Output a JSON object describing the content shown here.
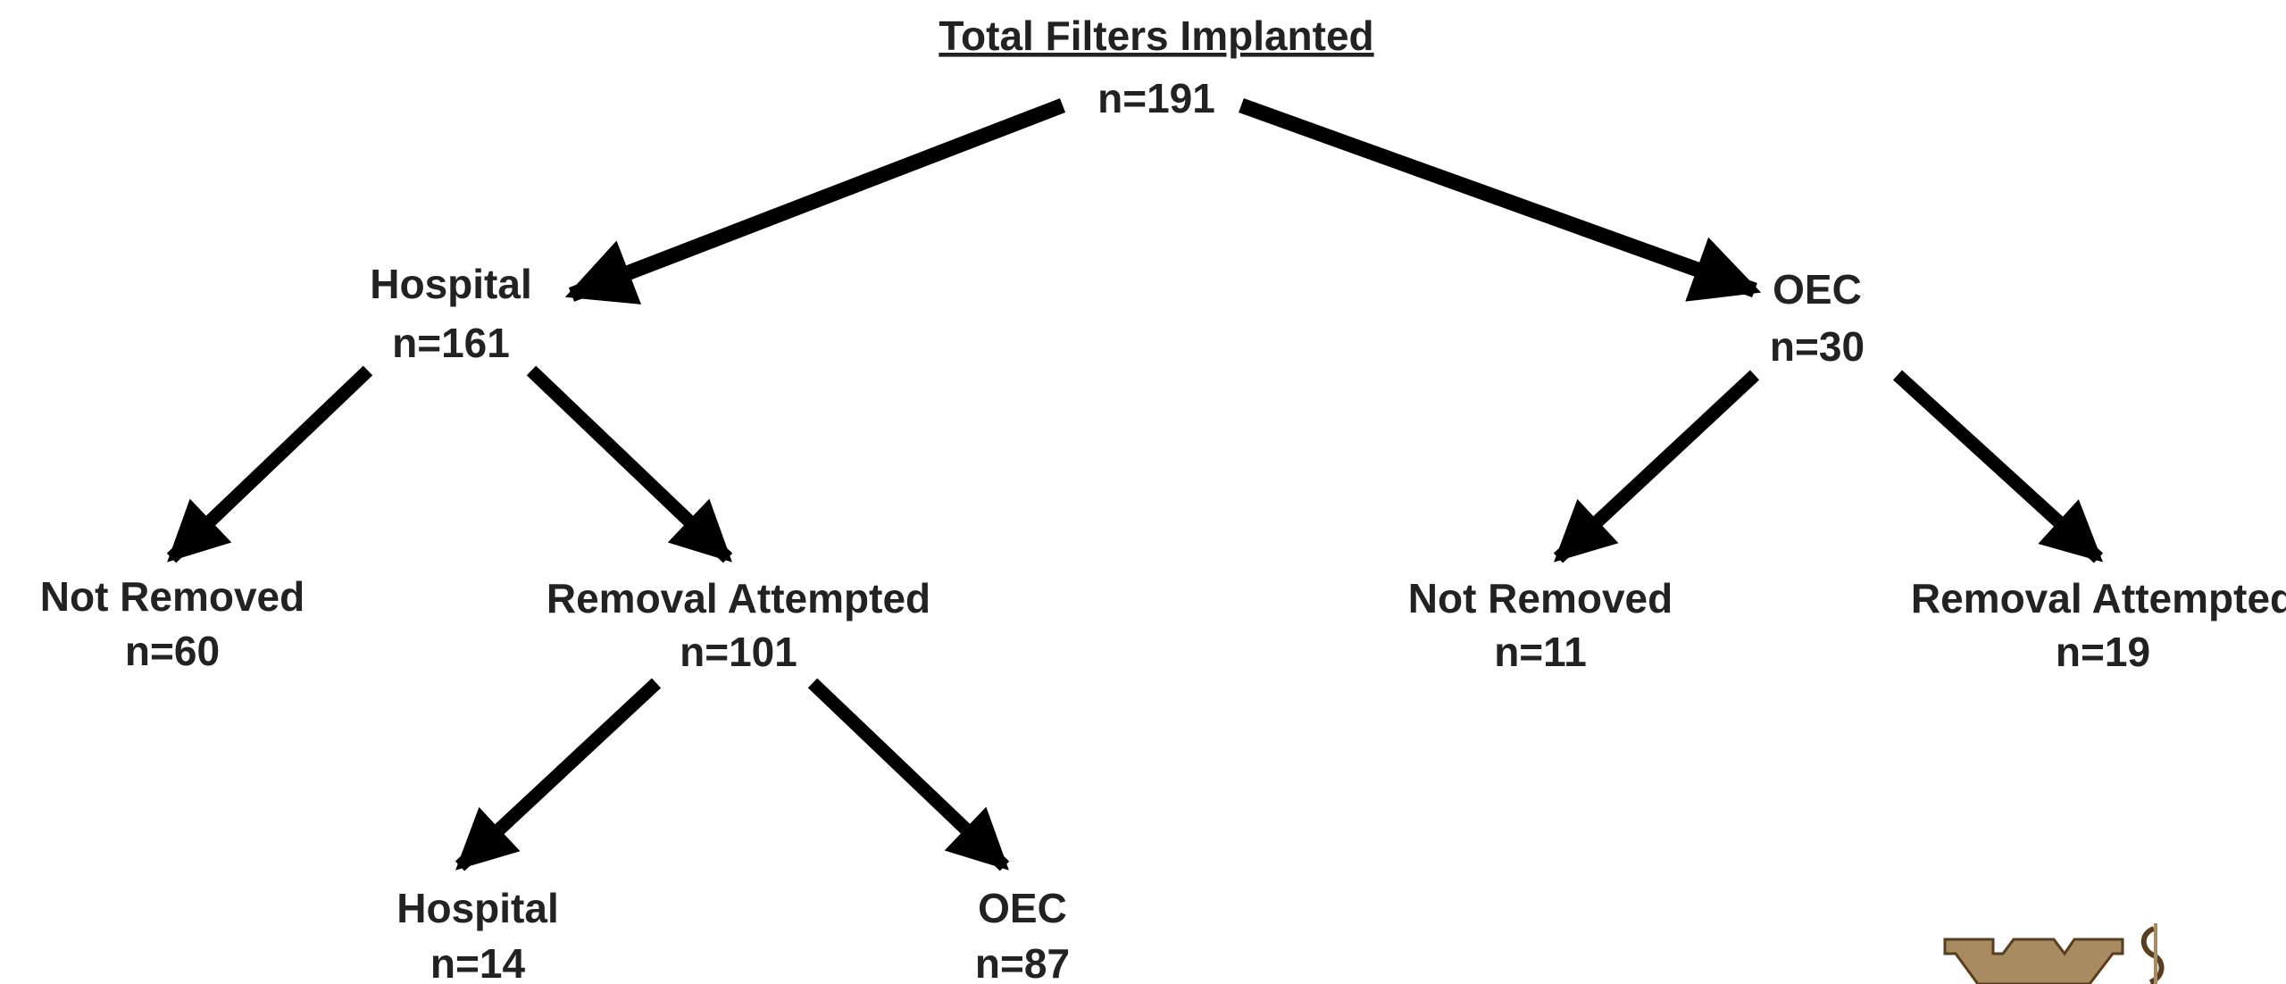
{
  "colors": {
    "text": "#222222",
    "arrow": "#000000",
    "logo_fill": "#a88b60",
    "logo_stroke": "#5a3d1e"
  },
  "nodes": {
    "root": {
      "title": "Total Filters Implanted",
      "count": "n=191"
    },
    "hospital": {
      "title": "Hospital",
      "count": "n=161"
    },
    "oec": {
      "title": "OEC",
      "count": "n=30"
    },
    "hosp_not_removed": {
      "title": "Not Removed",
      "count": "n=60"
    },
    "hosp_attempted": {
      "title": "Removal Attempted",
      "count": "n=101"
    },
    "oec_not_removed": {
      "title": "Not Removed",
      "count": "n=11"
    },
    "oec_attempted": {
      "title": "Removal Attempted",
      "count": "n=19"
    },
    "att_hospital": {
      "title": "Hospital",
      "count": "n=14"
    },
    "att_oec": {
      "title": "OEC",
      "count": "n=87"
    }
  },
  "edges": [
    {
      "from": "root",
      "to": "hospital"
    },
    {
      "from": "root",
      "to": "oec"
    },
    {
      "from": "hospital",
      "to": "hosp_not_removed"
    },
    {
      "from": "hospital",
      "to": "hosp_attempted"
    },
    {
      "from": "oec",
      "to": "oec_not_removed"
    },
    {
      "from": "oec",
      "to": "oec_attempted"
    },
    {
      "from": "hosp_attempted",
      "to": "att_hospital"
    },
    {
      "from": "hosp_attempted",
      "to": "att_oec"
    }
  ],
  "logo": {
    "icon": "institution-logo-icon"
  }
}
